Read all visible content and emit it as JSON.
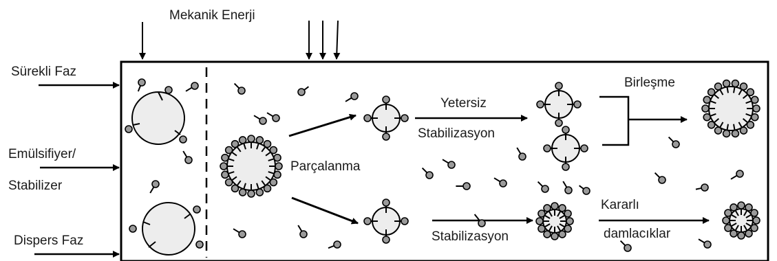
{
  "labels": {
    "mechanical_energy": "Mekanik Enerji",
    "continuous_phase": "Sürekli Faz",
    "emulsifier": "Emülsifiyer/",
    "stabilizer": "Stabilizer",
    "dispersed_phase": "Dispers Faz",
    "fragmentation": "Parçalanma",
    "insufficient": "Yetersiz",
    "stabilization_insufficient": "Stabilizasyon",
    "stabilization": "Stabilizasyon",
    "coalescence": "Birleşme",
    "stable": "Kararlı",
    "droplets": "damlacıklar"
  },
  "colors": {
    "line": "#000000",
    "droplet_fill": "#ededed",
    "emulsifier_head": "#9a9a9a",
    "text": "#1a1a1a"
  }
}
